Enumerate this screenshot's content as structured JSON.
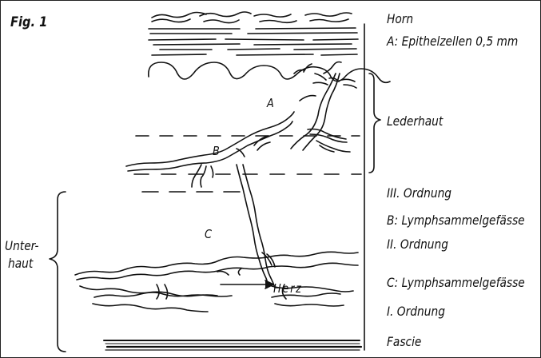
{
  "figure": {
    "label": "Fig. 1"
  },
  "layers": {
    "horn": "Horn",
    "epithel": "A: Epithelzellen 0,5 mm",
    "lederhaut": "Lederhaut",
    "unterhaut_line1": "Unter-",
    "unterhaut_line2": "haut",
    "fascie": "Fascie"
  },
  "orders": {
    "third_order": "III. Ordnung",
    "b_label": "B: Lymphsammelgefässe",
    "second_order": "II. Ordnung",
    "c_label": "C: Lymphsammelgefässe",
    "first_order": "I. Ordnung"
  },
  "markers": {
    "a": "A",
    "b": "B",
    "c": "C",
    "herz": "Herz"
  },
  "colors": {
    "ink": "#111111",
    "background": "#ffffff"
  }
}
